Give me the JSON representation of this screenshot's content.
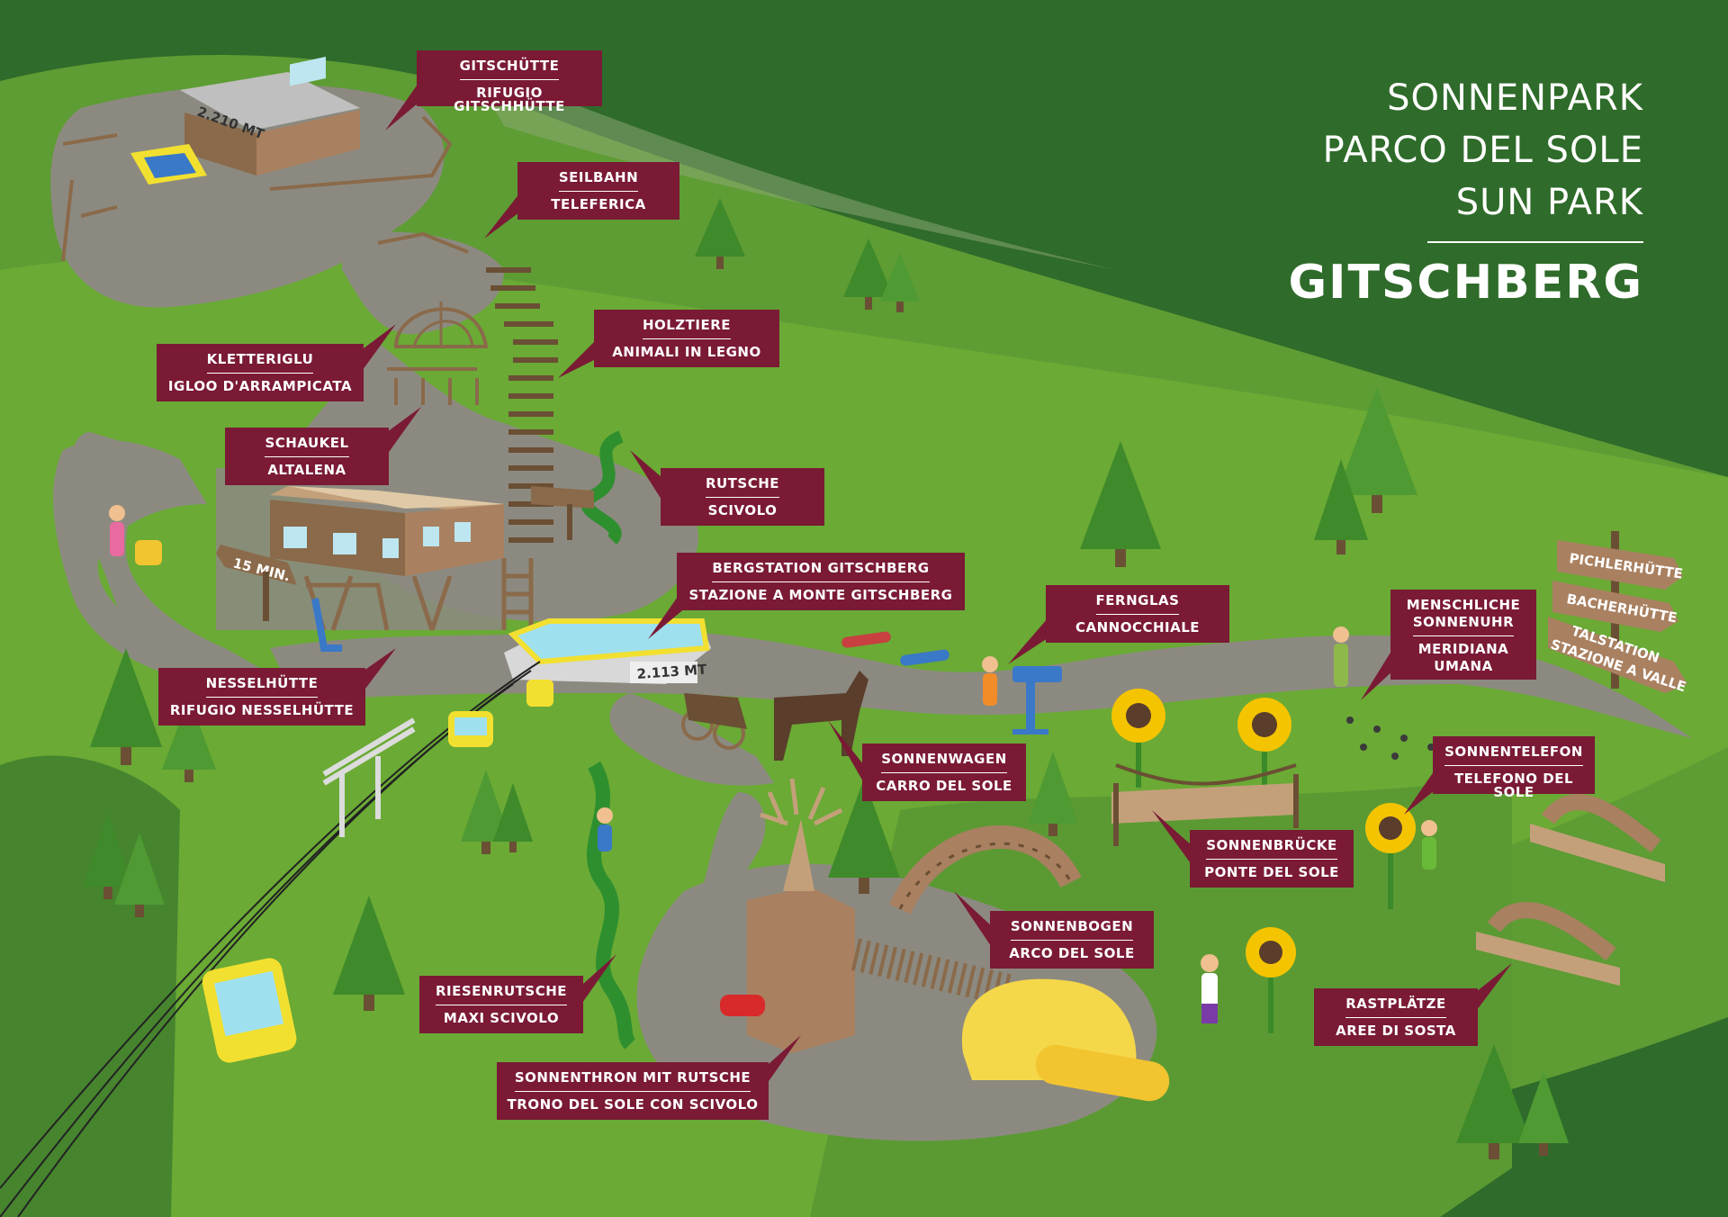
{
  "title": {
    "line1": "SONNENPARK",
    "line2": "PARCO DEL SOLE",
    "line3": "SUN PARK",
    "main": "GITSCHBERG"
  },
  "labels": {
    "gitschhuette": {
      "de": "GITSCHÜTTE",
      "it": "RIFUGIO GITSCHHÜTTE"
    },
    "seilbahn": {
      "de": "SEILBAHN",
      "it": "TELEFERICA"
    },
    "holztiere": {
      "de": "HOLZTIERE",
      "it": "ANIMALI IN LEGNO"
    },
    "kletteriglu": {
      "de": "KLETTERIGLU",
      "it": "IGLOO D'ARRAMPICATA"
    },
    "schaukel": {
      "de": "SCHAUKEL",
      "it": "ALTALENA"
    },
    "rutsche": {
      "de": "RUTSCHE",
      "it": "SCIVOLO"
    },
    "bergstation": {
      "de": "BERGSTATION GITSCHBERG",
      "it": "STAZIONE A MONTE GITSCHBERG"
    },
    "fernglas": {
      "de": "FERNGLAS",
      "it": "CANNOCCHIALE"
    },
    "sonnenuhr": {
      "de1": "MENSCHLICHE",
      "de2": "SONNENUHR",
      "it1": "MERIDIANA",
      "it2": "UMANA"
    },
    "nesselhuette": {
      "de": "NESSELHÜTTE",
      "it": "RIFUGIO NESSELHÜTTE"
    },
    "sonnenwagen": {
      "de": "SONNENWAGEN",
      "it": "CARRO DEL SOLE"
    },
    "sonnentelefon": {
      "de": "SONNENTELEFON",
      "it": "TELEFONO DEL SOLE"
    },
    "sonnenbruecke": {
      "de": "SONNENBRÜCKE",
      "it": "PONTE DEL SOLE"
    },
    "sonnenbogen": {
      "de": "SONNENBOGEN",
      "it": "ARCO DEL SOLE"
    },
    "riesenrutsche": {
      "de": "RIESENRUTSCHE",
      "it": "MAXI SCIVOLO"
    },
    "rastplaetze": {
      "de": "RASTPLÄTZE",
      "it": "AREE DI SOSTA"
    },
    "sonnenthron": {
      "de": "SONNENTHRON MIT RUTSCHE",
      "it": "TRONO DEL SOLE CON SCIVOLO"
    }
  },
  "signs": {
    "pichlerhuette": "PICHLERHÜTTE",
    "bacherhuette": "BACHERHÜTTE",
    "talstation1": "TALSTATION",
    "talstation2": "STAZIONE A VALLE",
    "time": "15 MIN.",
    "altitude_top": "2.210 MT",
    "altitude_station": "2.113 MT"
  },
  "colors": {
    "dark_green": "#2f6b2a",
    "light_green": "#6aaa35",
    "path": "#8c8a80",
    "label_bg": "#7a1a35",
    "wood": "#8a6a4a",
    "gondola": "#f2e030"
  }
}
